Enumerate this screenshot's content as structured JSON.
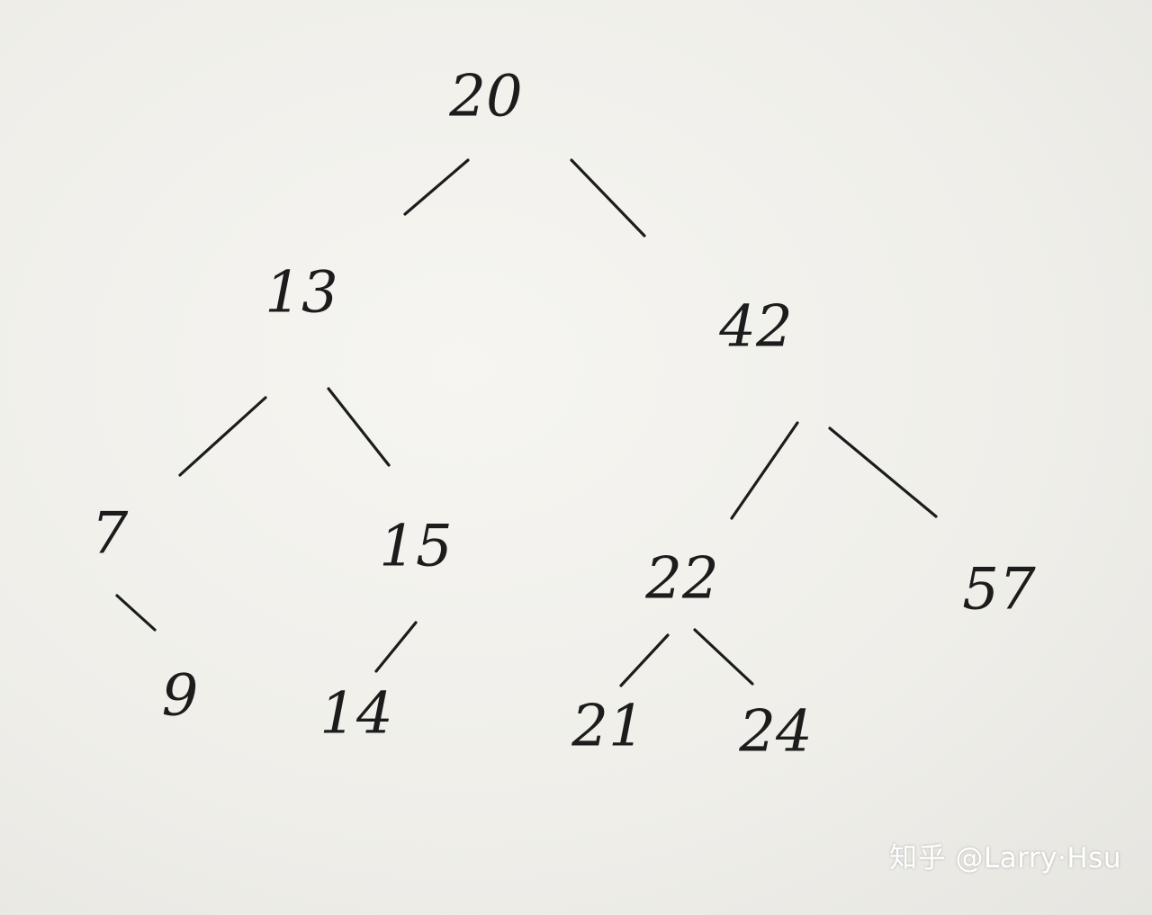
{
  "tree": {
    "nodes": [
      {
        "id": "n20",
        "label": "20"
      },
      {
        "id": "n13",
        "label": "13"
      },
      {
        "id": "n42",
        "label": "42"
      },
      {
        "id": "n7",
        "label": "7"
      },
      {
        "id": "n15",
        "label": "15"
      },
      {
        "id": "n22",
        "label": "22"
      },
      {
        "id": "n57",
        "label": "57"
      },
      {
        "id": "n9",
        "label": "9"
      },
      {
        "id": "n14",
        "label": "14"
      },
      {
        "id": "n21",
        "label": "21"
      },
      {
        "id": "n24",
        "label": "24"
      }
    ],
    "edges": [
      {
        "from": "n20",
        "to": "n13"
      },
      {
        "from": "n20",
        "to": "n42"
      },
      {
        "from": "n13",
        "to": "n7"
      },
      {
        "from": "n13",
        "to": "n15"
      },
      {
        "from": "n42",
        "to": "n22"
      },
      {
        "from": "n42",
        "to": "n57"
      },
      {
        "from": "n7",
        "to": "n9"
      },
      {
        "from": "n15",
        "to": "n14"
      },
      {
        "from": "n22",
        "to": "n21"
      },
      {
        "from": "n22",
        "to": "n24"
      }
    ]
  },
  "watermark": {
    "text": "知乎 @Larry·Hsu"
  }
}
